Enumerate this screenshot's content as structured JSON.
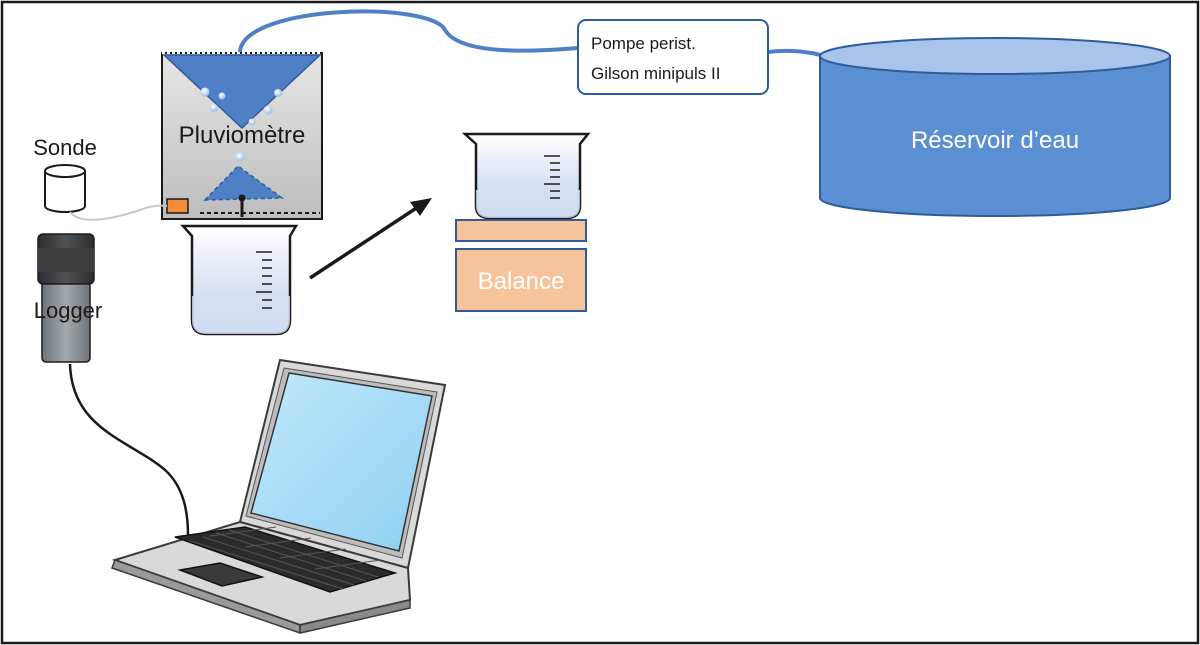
{
  "labels": {
    "sonde": "Sonde",
    "logger": "Logger",
    "pluviometre": "Pluviomètre",
    "pump_line1": "Pompe perist.",
    "pump_line2": "Gilson minipuls II",
    "reservoir": "Réservoir d’eau",
    "balance": "Balance"
  },
  "colors": {
    "water_blue": "#4f7fc4",
    "reservoir_fill": "#5b8fd3",
    "reservoir_top": "#a9c4ea",
    "balance_fill": "#f7c39a",
    "logger_tag": "#f08c3c",
    "screen": "#a6dcf7",
    "frame_border": "#1a1a1a"
  },
  "icons": [
    "water-drop-icon",
    "laptop-icon",
    "beaker-icon",
    "probe-icon",
    "logger-icon"
  ]
}
